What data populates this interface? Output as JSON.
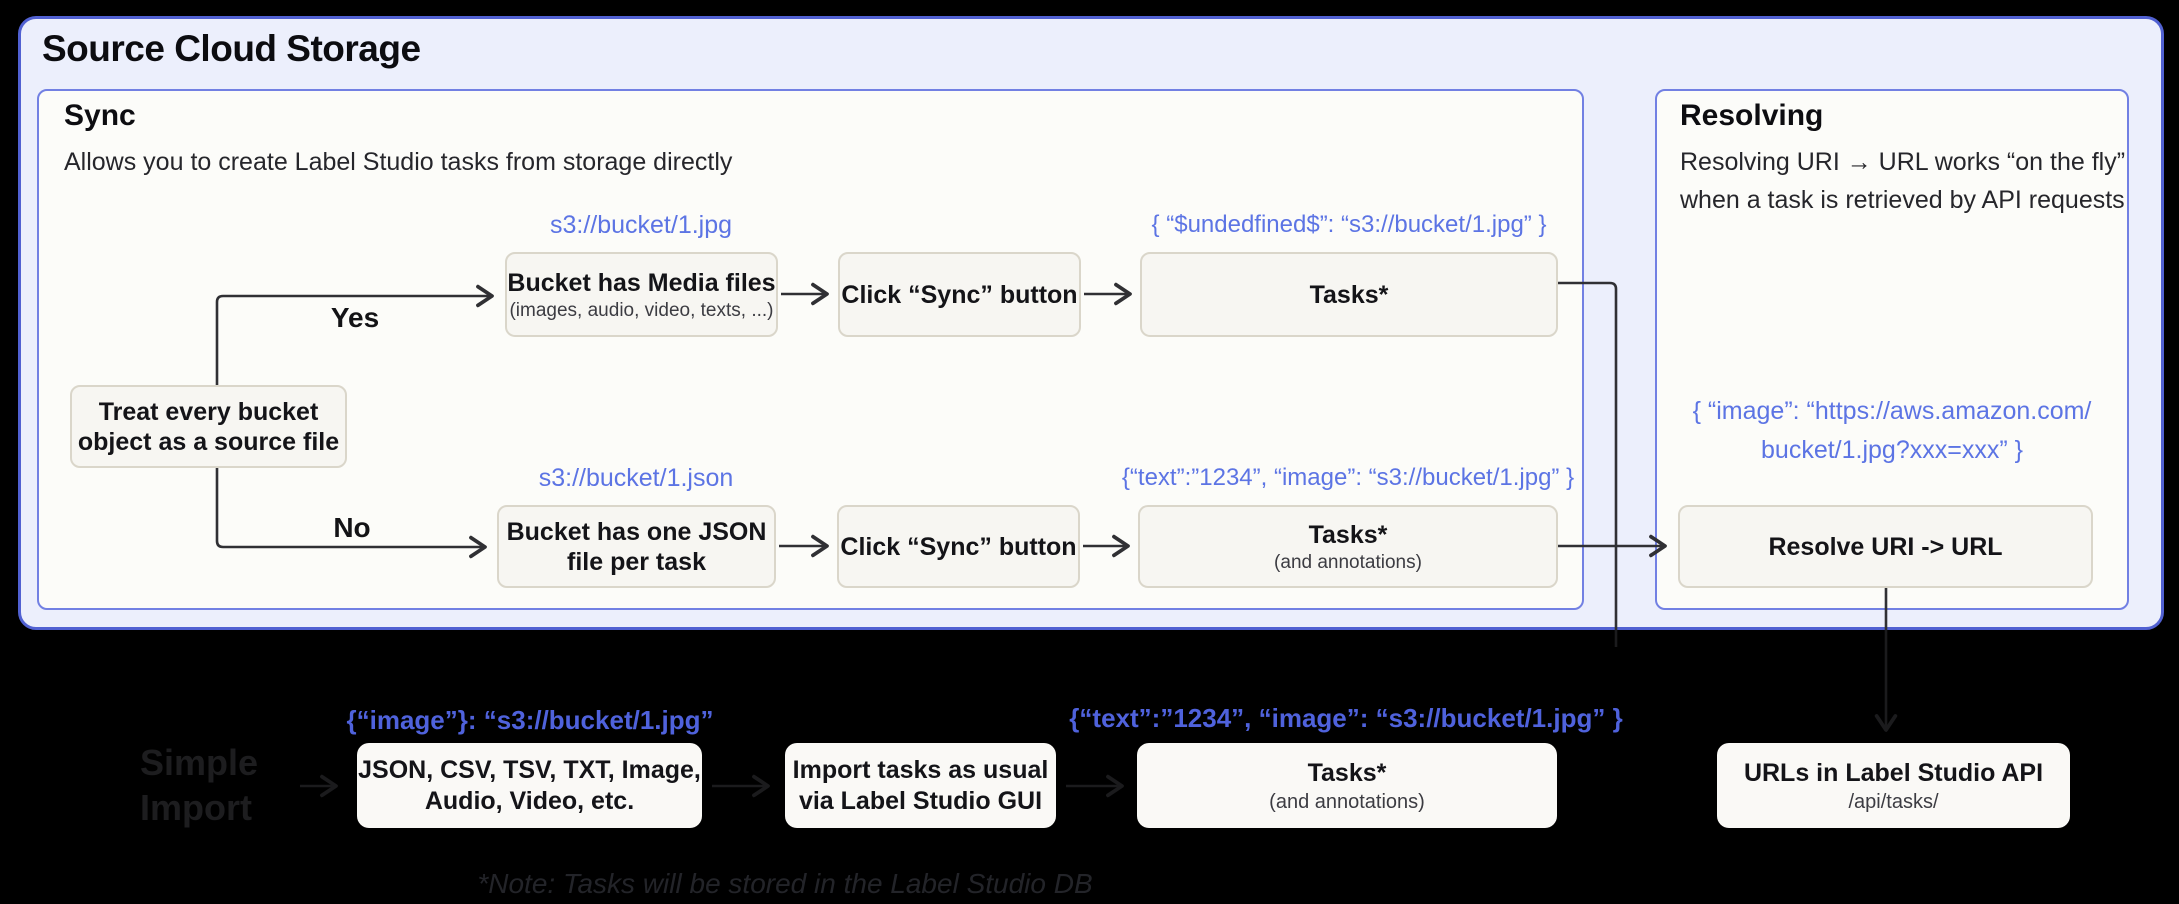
{
  "title": "Source Cloud Storage",
  "sync": {
    "heading": "Sync",
    "description": "Allows you to create Label Studio tasks from storage directly",
    "decision": {
      "line1": "Treat every bucket",
      "line2": "object as a source file"
    },
    "yes_label": "Yes",
    "no_label": "No",
    "media_row": {
      "uri": "s3://bucket/1.jpg",
      "bucket_box": {
        "title": "Bucket has Media files",
        "subtitle": "(images, audio, video, texts, ...)"
      },
      "sync_button_box": "Click “Sync” button",
      "tasks_json": "{ “$undedfined$”: “s3://bucket/1.jpg” }",
      "tasks_box": {
        "title": "Tasks*"
      }
    },
    "json_row": {
      "uri": "s3://bucket/1.json",
      "bucket_box": {
        "line1": "Bucket has one JSON",
        "line2": "file per task"
      },
      "sync_button_box": "Click “Sync” button",
      "tasks_json": "{“text”:”1234”,  “image”: “s3://bucket/1.jpg” }",
      "tasks_box": {
        "title": "Tasks*",
        "subtitle": "(and annotations)"
      }
    }
  },
  "resolving": {
    "heading": "Resolving",
    "description_line1": "Resolving URI → URL works “on the fly”",
    "description_line2": "when a task is retrieved by API requests",
    "json_line1": "{ “image”: “https://aws.amazon.com/",
    "json_line2": "bucket/1.jpg?xxx=xxx” }",
    "resolve_box": "Resolve URI -> URL"
  },
  "import_flow": {
    "ghost_label": {
      "line1": "Simple",
      "line2": "Import"
    },
    "formats_json": "{“image”}: “s3://bucket/1.jpg”",
    "formats_box": {
      "line1": "JSON, CSV, TSV, TXT, Image,",
      "line2": "Audio, Video, etc."
    },
    "gui_box": {
      "line1": "Import tasks as usual",
      "line2": "via Label Studio GUI"
    },
    "tasks_json": "{“text”:”1234”,  “image”: “s3://bucket/1.jpg” }",
    "tasks_box": {
      "title": "Tasks*",
      "subtitle": "(and annotations)"
    },
    "api_box": {
      "title": "URLs in Label Studio API",
      "subtitle": "/api/tasks/"
    }
  },
  "note": "*Note: Tasks will be stored in the Label Studio DB",
  "colors": {
    "accent_blue": "#5C74E4",
    "deep_blue": "#4F62DC",
    "container_bg": "#ECEFFC",
    "container_border": "#5161D2",
    "panel_border": "#7280E3",
    "flow_box_bg": "#F7F6F2",
    "wire": "#303034"
  }
}
